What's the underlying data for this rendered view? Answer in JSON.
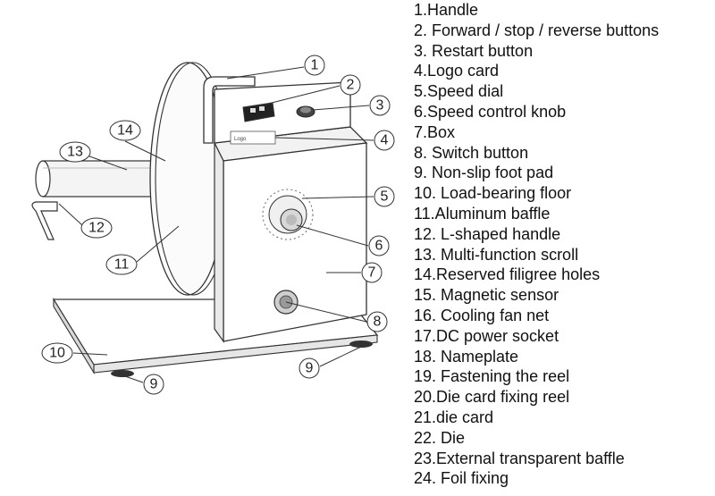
{
  "diagram": {
    "logo_card_text": "Logo",
    "callouts": [
      "1",
      "2",
      "3",
      "4",
      "5",
      "6",
      "7",
      "8",
      "9",
      "9",
      "10",
      "11",
      "12",
      "13",
      "14"
    ]
  },
  "legend": {
    "items": [
      "1.Handle",
      "2. Forward / stop / reverse buttons",
      "3. Restart button",
      "4.Logo card",
      "5.Speed dial",
      "6.Speed control knob",
      "7.Box",
      "8. Switch button",
      "9. Non-slip foot pad",
      "10. Load-bearing floor",
      "11.Aluminum baffle",
      "12. L-shaped handle",
      "13. Multi-function scroll",
      "14.Reserved filigree holes",
      "15. Magnetic sensor",
      "16. Cooling fan net",
      "17.DC power socket",
      "18. Nameplate",
      "19. Fastening the reel",
      "20.Die card fixing reel",
      "21.die card",
      "22. Die",
      "23.External transparent baffle",
      "24. Foil fixing"
    ]
  }
}
